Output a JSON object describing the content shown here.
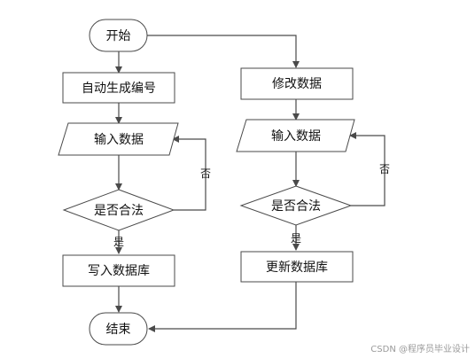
{
  "nodes": {
    "start": "开始",
    "auto_number": "自动生成编号",
    "input_left": "输入数据",
    "valid_left": "是否合法",
    "write_db": "写入数据库",
    "end": "结束",
    "modify": "修改数据",
    "input_right": "输入数据",
    "valid_right": "是否合法",
    "update_db": "更新数据库"
  },
  "edges": {
    "no_left": "否",
    "yes_left": "是",
    "no_right": "否",
    "yes_right": "是"
  },
  "watermark": "CSDN @程序员毕业设计"
}
